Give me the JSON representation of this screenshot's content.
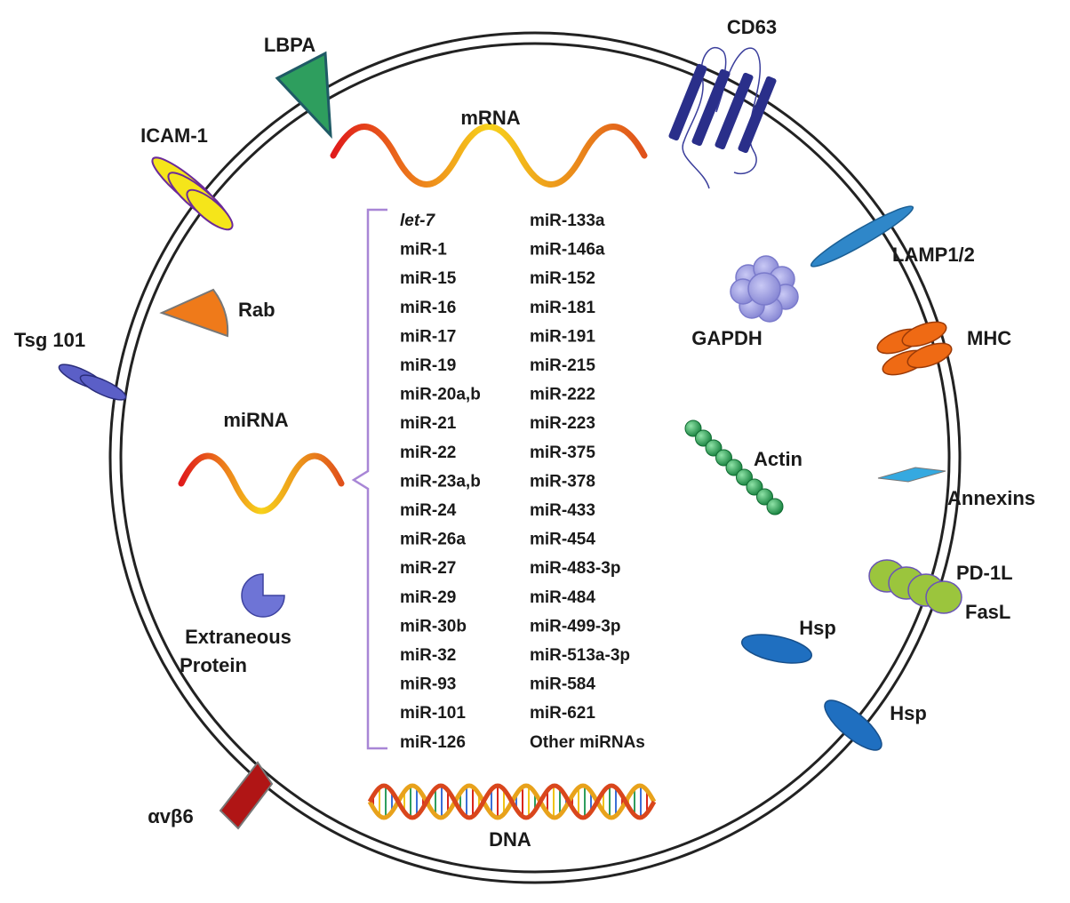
{
  "labels": {
    "lbpa": "LBPA",
    "cd63": "CD63",
    "icam1": "ICAM-1",
    "mrna": "mRNA",
    "lamp": "LAMP1/2",
    "rab": "Rab",
    "gapdh": "GAPDH",
    "mhc": "MHC",
    "tsg101": "Tsg 101",
    "mirna": "miRNA",
    "actin": "Actin",
    "annexins": "Annexins",
    "pd1l": "PD-1L",
    "fasl": "FasL",
    "extraneous_line1": "Extraneous",
    "extraneous_line2": "Protein",
    "hsp_inner": "Hsp",
    "hsp_outer": "Hsp",
    "avb6": "αvβ6",
    "dna": "DNA"
  },
  "mirna_list": {
    "left": [
      "let-7",
      "miR-1",
      "miR-15",
      "miR-16",
      "miR-17",
      "miR-19",
      "miR-20a,b",
      "miR-21",
      "miR-22",
      "miR-23a,b",
      "miR-24",
      "miR-26a",
      "miR-27",
      "miR-29",
      "miR-30b",
      "miR-32",
      "miR-93",
      "miR-101",
      "miR-126"
    ],
    "right": [
      "miR-133a",
      "miR-146a",
      "miR-152",
      "miR-181",
      "miR-191",
      "miR-215",
      "miR-222",
      "miR-223",
      "miR-375",
      "miR-378",
      "miR-433",
      "miR-454",
      "miR-483-3p",
      "miR-484",
      "miR-499-3p",
      "miR-513a-3p",
      "miR-584",
      "miR-621",
      "Other miRNAs"
    ]
  },
  "colors": {
    "membrane": "#222222",
    "lbpa": "#2e9e5e",
    "cd63": "#2a2f8a",
    "icam1": "#f5e51a",
    "lamp": "#2f87c9",
    "rab": "#ef7a1a",
    "gapdh": "#9c9ce0",
    "mhc": "#ef6a14",
    "tsg101": "#5b5fc7",
    "actin": "#22a350",
    "annexins": "#35a9e0",
    "pd1l": "#9bc53d",
    "extraneous": "#6e74d6",
    "hsp": "#1f6fc0",
    "avb6": "#b01515",
    "bracket": "#a886d6"
  },
  "icons": {
    "lbpa": "triangle-icon",
    "cd63": "tetraspanin-icon",
    "icam1": "stacked-ellipses-icon",
    "mrna": "wave-icon",
    "lamp": "ellipse-icon",
    "rab": "fan-shape-icon",
    "gapdh": "flower-blob-icon",
    "mhc": "ellipse-pair-icon",
    "tsg101": "ellipse-pair-icon",
    "mirna": "wave-icon",
    "actin": "bead-chain-icon",
    "annexins": "diamond-icon",
    "pd1l": "overlapping-disks-icon",
    "extraneous": "pie-cutout-icon",
    "hsp": "ellipse-icon",
    "avb6": "trapezoid-icon",
    "dna": "double-helix-icon"
  }
}
